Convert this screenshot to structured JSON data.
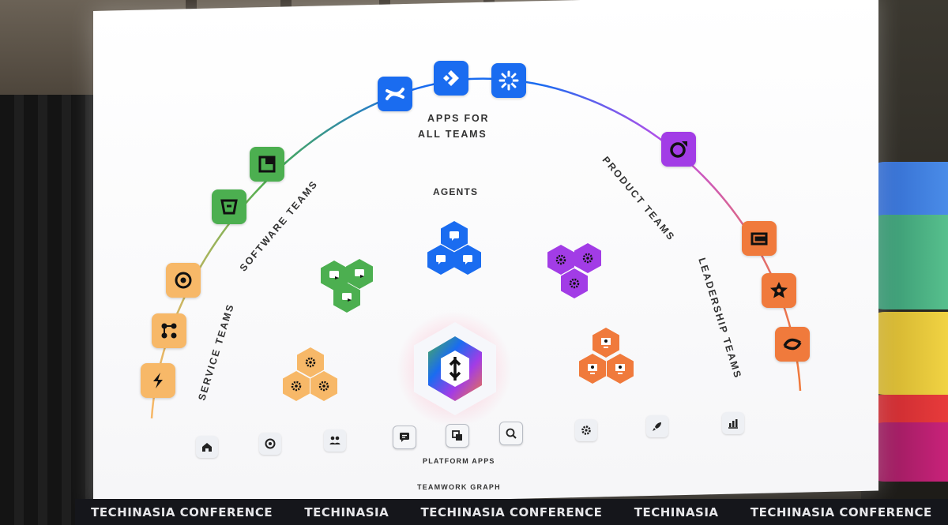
{
  "slide": {
    "apps_label_line1": "APPS FOR",
    "apps_label_line2": "ALL TEAMS",
    "software_label": "SOFTWARE TEAMS",
    "service_label": "SERVICE TEAMS",
    "product_label": "PRODUCT TEAMS",
    "leadership_label": "LEADERSHIP TEAMS",
    "agents_label": "AGENTS",
    "platform_apps_label": "PLATFORM APPS",
    "teamwork_graph_label": "TEAMWORK GRAPH"
  },
  "banner": {
    "items": [
      "TECHINASIA CONFERENCE",
      "TECHINASIA",
      "TECHINASIA CONFERENCE",
      "TECHINASIA",
      "TECHINASIA CONFERENCE"
    ]
  },
  "colors": {
    "blue": "#1a6cf0",
    "green": "#4caf50",
    "purple": "#a23ce6",
    "orange": "#f07a3c",
    "light_orange": "#f7b868"
  },
  "icons": {
    "arc_apps": [
      "confluence-icon",
      "jira-icon",
      "loom-icon",
      "compass-icon",
      "bitbucket-icon",
      "opsgenie-icon",
      "statuspage-icon",
      "jsm-icon",
      "focus-icon",
      "align-icon",
      "goals-icon",
      "atlas-icon"
    ],
    "platform_apps": [
      "home-icon",
      "target-icon",
      "people-icon",
      "chat-icon",
      "copy-icon",
      "search-icon",
      "gear-icon",
      "rocket-icon",
      "bar-chart-icon"
    ]
  }
}
